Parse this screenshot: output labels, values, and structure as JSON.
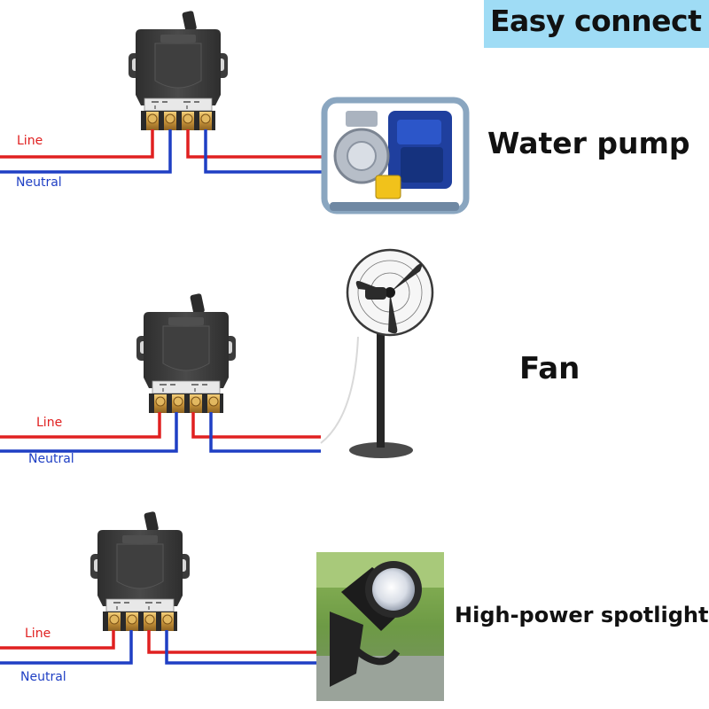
{
  "header": {
    "title": "Easy connect",
    "background": "#9fdcf5"
  },
  "colors": {
    "line_wire": "#e02020",
    "neutral_wire": "#1f3fc4",
    "relay_body": "#3a3a3a",
    "terminal_brass": "#c9953a"
  },
  "diagrams": [
    {
      "line_label": "Line",
      "neutral_label": "Neutral",
      "device_label": "Water pump",
      "device_icon": "water-pump-icon"
    },
    {
      "line_label": "Line",
      "neutral_label": "Neutral",
      "device_label": "Fan",
      "device_icon": "fan-icon"
    },
    {
      "line_label": "Line",
      "neutral_label": "Neutral",
      "device_label": "High-power spotlight",
      "device_icon": "spotlight-icon"
    }
  ]
}
